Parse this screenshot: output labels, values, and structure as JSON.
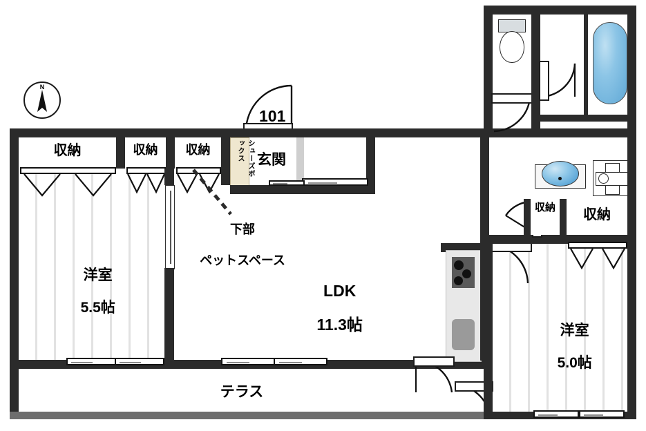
{
  "plan": {
    "unit_number": "101",
    "compass_label": "N",
    "rooms": [
      {
        "id": "washitsu_left",
        "label": "洋室",
        "size": "5.5帖"
      },
      {
        "id": "washitsu_right",
        "label": "洋室",
        "size": "5.0帖"
      },
      {
        "id": "ldk",
        "label": "LDK",
        "size": "11.3帖"
      },
      {
        "id": "genkan",
        "label": "玄関",
        "size": ""
      },
      {
        "id": "terrace",
        "label": "テラス",
        "size": ""
      }
    ],
    "closets": [
      {
        "id": "closet_1",
        "label": "収納"
      },
      {
        "id": "closet_2",
        "label": "収納"
      },
      {
        "id": "closet_3",
        "label": "収納"
      },
      {
        "id": "closet_4",
        "label": "収納"
      },
      {
        "id": "closet_5",
        "label": "収納"
      }
    ],
    "annotations": [
      {
        "id": "pet_space",
        "line1": "下部",
        "line2": "ペットスペース"
      },
      {
        "id": "shoe_box",
        "label": "シューズボックス"
      }
    ],
    "fixtures": [
      {
        "id": "toilet",
        "name": "toilet-fixture"
      },
      {
        "id": "bathtub",
        "name": "bathtub-fixture"
      },
      {
        "id": "washbasin",
        "name": "washbasin-fixture"
      },
      {
        "id": "washing_machine",
        "name": "washing-machine-space"
      },
      {
        "id": "kitchen",
        "name": "kitchen-counter"
      }
    ],
    "colors": {
      "wall": "#2b2b2b",
      "floor_stripe": "#e2e2e2",
      "shoebox": "#efe7cf",
      "tub_blue": "#5fa8d6",
      "terrace_band": "#6e6e6e"
    }
  }
}
